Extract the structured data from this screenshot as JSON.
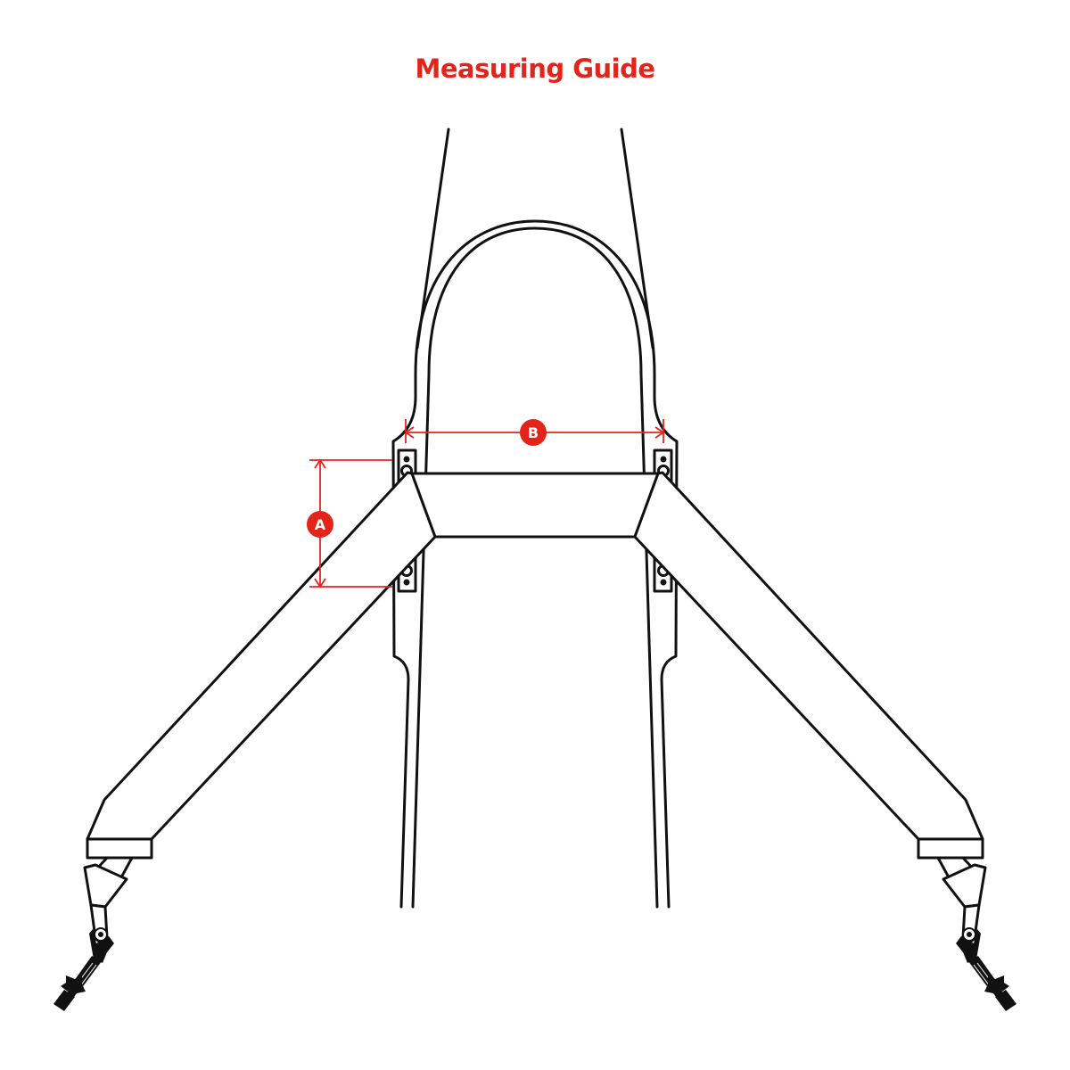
{
  "title": "Measuring Guide",
  "colors": {
    "accent": "#e3241b",
    "line": "#111111"
  },
  "measurements": [
    {
      "label": "A"
    },
    {
      "label": "B"
    }
  ]
}
